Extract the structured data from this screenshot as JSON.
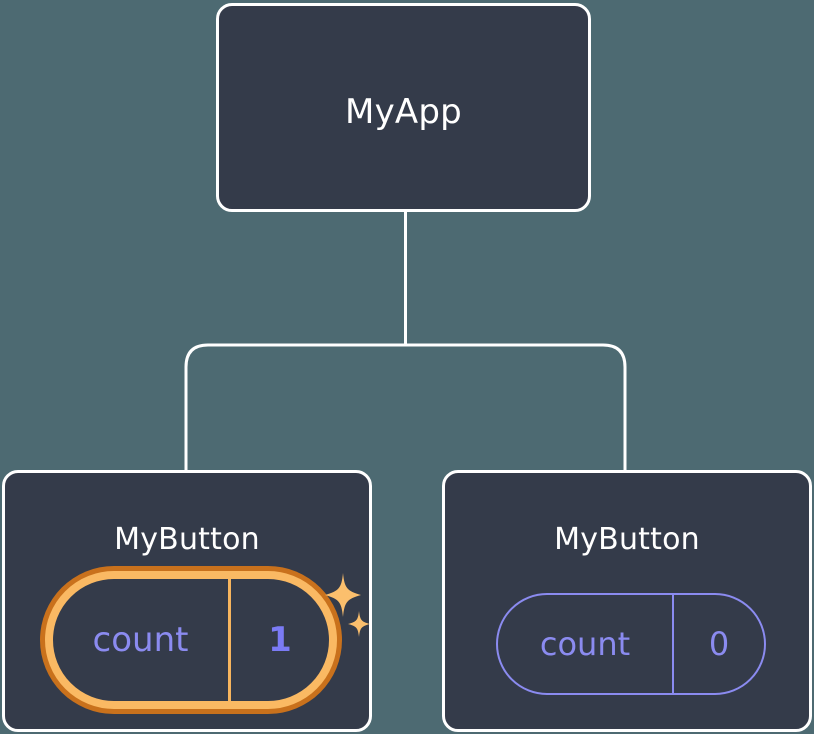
{
  "diagram": {
    "type": "component-tree",
    "background_color": "#4d6a72",
    "node_fill_color": "#343b4a",
    "node_border_color": "#ffffff",
    "accent_highlight_color": "#fab963",
    "accent_ring_color": "#c9711c",
    "state_text_color": "#8b8bf0",
    "title_text_color": "#ffffff"
  },
  "root": {
    "label": "MyApp"
  },
  "children": [
    {
      "label": "MyButton",
      "highlighted": true,
      "state": {
        "key": "count",
        "value": "1"
      },
      "sparkle": true
    },
    {
      "label": "MyButton",
      "highlighted": false,
      "state": {
        "key": "count",
        "value": "0"
      },
      "sparkle": false
    }
  ]
}
